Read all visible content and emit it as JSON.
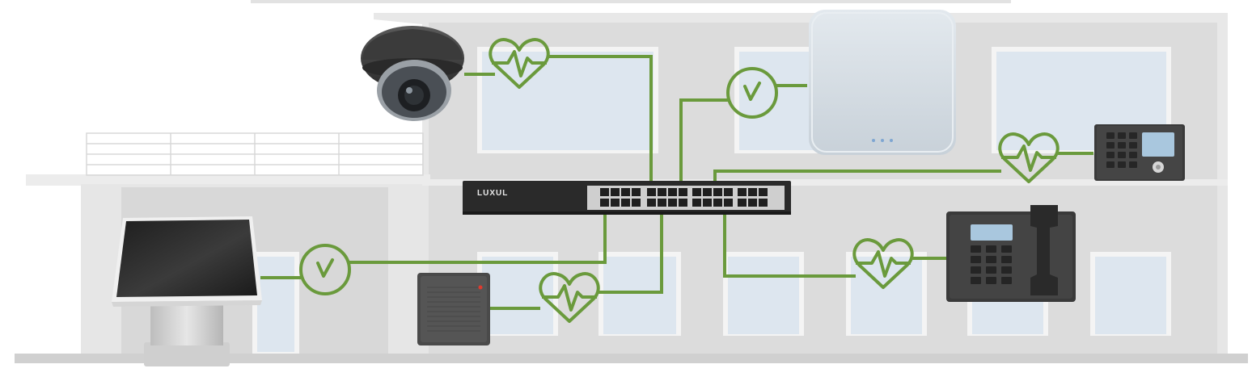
{
  "switch": {
    "brand": "LUXUL"
  },
  "devices": [
    {
      "id": "dome-camera",
      "status": "heartbeat"
    },
    {
      "id": "wireless-access-point",
      "status": "check"
    },
    {
      "id": "keypad-access-panel",
      "status": "heartbeat"
    },
    {
      "id": "pos-terminal",
      "status": "check"
    },
    {
      "id": "card-reader",
      "status": "heartbeat"
    },
    {
      "id": "ip-desk-phone",
      "status": "heartbeat"
    }
  ],
  "colors": {
    "connection": "#6a9a3c",
    "building_wall": "#dcdcdc",
    "building_floor": "#cfcfcf",
    "window": "#dde6ef",
    "window_frame": "#f4f4f4",
    "switch_body": "#2a2a2a",
    "device_dark": "#3a3a3a",
    "access_point": "#d6dde3"
  }
}
